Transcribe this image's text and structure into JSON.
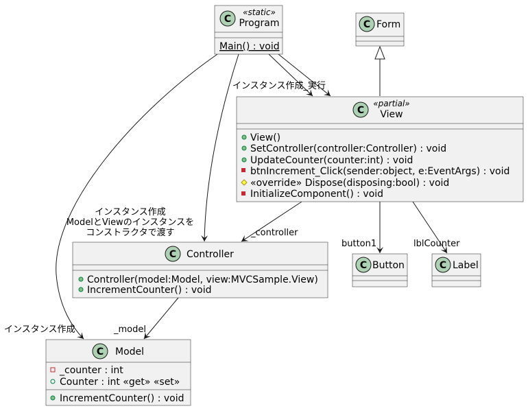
{
  "classes": {
    "program": {
      "name": "Program",
      "stereotype": "«static»",
      "methods": [
        "Main() : void"
      ]
    },
    "form": {
      "name": "Form"
    },
    "view": {
      "name": "View",
      "stereotype": "«partial»",
      "methods": [
        {
          "vis": "public",
          "text": "View()"
        },
        {
          "vis": "public",
          "text": "SetController(controller:Controller) : void"
        },
        {
          "vis": "public",
          "text": "UpdateCounter(counter:int) : void"
        },
        {
          "vis": "private",
          "text": "btnIncrement_Click(sender:object, e:EventArgs) : void"
        },
        {
          "vis": "protected",
          "text": "«override» Dispose(disposing:bool) : void"
        },
        {
          "vis": "private",
          "text": "InitializeComponent() : void"
        }
      ]
    },
    "controller": {
      "name": "Controller",
      "methods": [
        {
          "vis": "public",
          "text": "Controller(model:Model, view:MVCSample.View)"
        },
        {
          "vis": "public",
          "text": "IncrementCounter() : void"
        }
      ]
    },
    "model": {
      "name": "Model",
      "fields": [
        {
          "vis": "private",
          "text": "_counter : int"
        },
        {
          "vis": "public-hollow",
          "text": "Counter : int «get» «set»"
        }
      ],
      "methods": [
        {
          "vis": "public",
          "text": "IncrementCounter() : void"
        }
      ]
    },
    "button": {
      "name": "Button"
    },
    "label": {
      "name": "Label"
    }
  },
  "edge_labels": {
    "instantiate_execute": "インスタンス作成_実行",
    "controller_note": [
      "インスタンス作成",
      "ModelとViewのインスタンスを",
      "コンストラクタで渡す"
    ],
    "view_to_controller": "_controller",
    "button_role": "button1",
    "label_role": "lblCounter",
    "controller_to_model": "_model",
    "program_to_model": "インスタンス作成"
  },
  "colors": {
    "class_badge": "#add1b2",
    "box_fill": "#f1f1f1",
    "public": "#84be84",
    "private": "#c82930",
    "protected": "#ffff44",
    "public_hollow": "#038048"
  }
}
